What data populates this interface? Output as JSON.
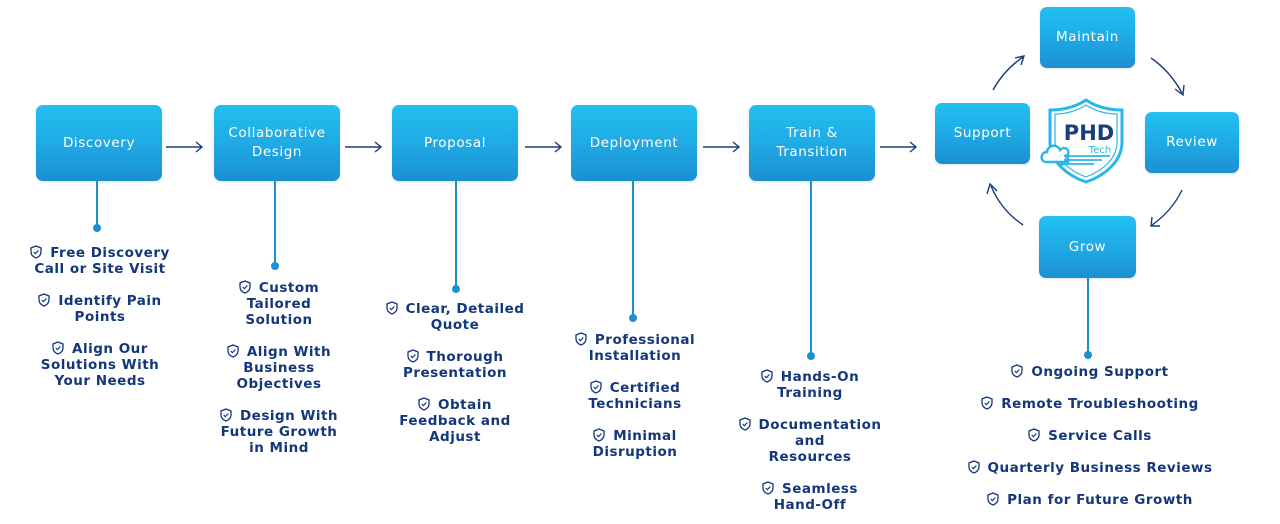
{
  "colors": {
    "box_top": "#22c0f0",
    "box_bottom": "#1b8fd2",
    "text_dark": "#13377a",
    "connector": "#1b8fd2",
    "arrow": "#1a3d7c"
  },
  "logo": {
    "line1": "PHD",
    "line2": "Tech",
    "icon": "shield-cloud-logo"
  },
  "steps": [
    {
      "label": "Discovery",
      "items": [
        "Free Discovery\nCall or Site Visit",
        "Identify Pain\nPoints",
        "Align Our\nSolutions With\nYour Needs"
      ]
    },
    {
      "label": "Collaborative\nDesign",
      "items": [
        "Custom\nTailored\nSolution",
        "Align With\nBusiness\nObjectives",
        "Design With\nFuture Growth\nin Mind"
      ]
    },
    {
      "label": "Proposal",
      "items": [
        "Clear, Detailed\nQuote",
        "Thorough\nPresentation",
        "Obtain\nFeedback and\nAdjust"
      ]
    },
    {
      "label": "Deployment",
      "items": [
        "Professional\nInstallation",
        "Certified\nTechnicians",
        "Minimal\nDisruption"
      ]
    },
    {
      "label": "Train &\nTransition",
      "items": [
        "Hands-On\nTraining",
        "Documentation\nand\nResources",
        "Seamless\nHand-Off"
      ]
    }
  ],
  "cycle": {
    "support": "Support",
    "maintain": "Maintain",
    "review": "Review",
    "grow": "Grow",
    "grow_items": [
      "Ongoing Support",
      "Remote Troubleshooting",
      "Service Calls",
      "Quarterly Business Reviews",
      "Plan for Future Growth"
    ]
  }
}
